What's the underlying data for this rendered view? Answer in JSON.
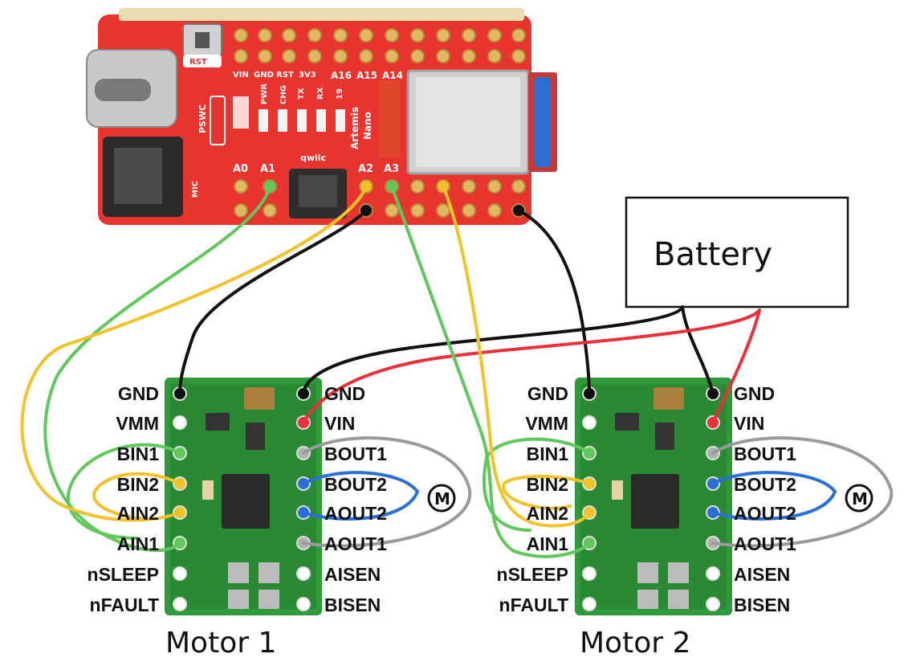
{
  "board": {
    "silk_top": [
      "VIN",
      "GND",
      "RST",
      "3V3",
      "A16",
      "A15",
      "A14"
    ],
    "silk_rst_button": "RST",
    "silk_pswc": "PSWC",
    "silk_leds": [
      "PWR",
      "CHG",
      "TX",
      "RX",
      "19"
    ],
    "silk_name": [
      "Artemis",
      "Nano"
    ],
    "silk_bottom": [
      "A0",
      "A1",
      "A2",
      "A3"
    ],
    "silk_qwiic": "qwiic",
    "silk_mic": "MIC"
  },
  "battery": {
    "label": "Battery"
  },
  "driver_left_pins": [
    "GND",
    "VMM",
    "BIN1",
    "BIN2",
    "AIN2",
    "AIN1",
    "nSLEEP",
    "nFAULT"
  ],
  "driver_right_pins": [
    "GND",
    "VIN",
    "BOUT1",
    "BOUT2",
    "AOUT2",
    "AOUT1",
    "AISEN",
    "BISEN"
  ],
  "motor_symbol": "M",
  "motor1": {
    "caption": "Motor 1"
  },
  "motor2": {
    "caption": "Motor 2"
  },
  "wire_colors": {
    "ground": "#111111",
    "power": "#e8313a",
    "green": "#5ec95a",
    "yellow": "#f2c229",
    "blue": "#2a6fd6",
    "motor": "#9a9a9a"
  }
}
